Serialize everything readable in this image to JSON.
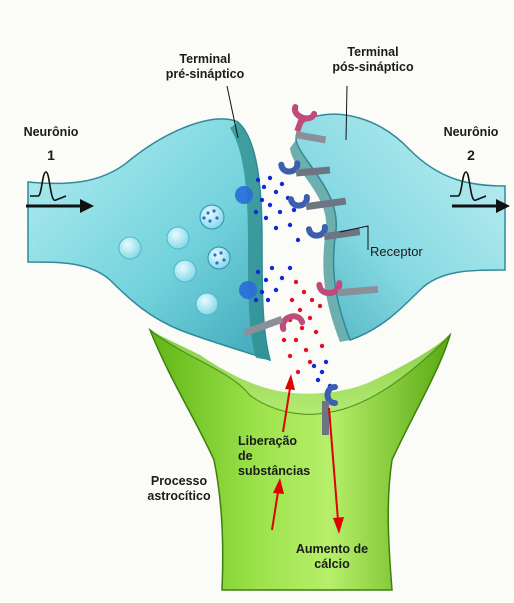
{
  "labels": {
    "terminal_pre_line1": "Terminal",
    "terminal_pre_line2": "pré-sináptico",
    "terminal_pos_line1": "Terminal",
    "terminal_pos_line2": "pós-sináptico",
    "neuron1_word": "Neurônio",
    "neuron1_num": "1",
    "neuron2_word": "Neurônio",
    "neuron2_num": "2",
    "receptor": "Receptor",
    "release_line1": "Liberação",
    "release_line2": "de",
    "release_line3": "substâncias",
    "astro_line1": "Processo",
    "astro_line2": "astrocítico",
    "calcium_line1": "Aumento de",
    "calcium_line2": "cálcio"
  },
  "colors": {
    "presynaptic": "#7fd8e0",
    "postsynaptic": "#9ee0e6",
    "astrocyte": "#7ed321",
    "receptor_blue": "#3b5fae",
    "receptor_pink": "#c04a7a",
    "dots_blue": "#1029d8",
    "dots_red": "#e0102a",
    "arrow_red": "#e00000"
  }
}
